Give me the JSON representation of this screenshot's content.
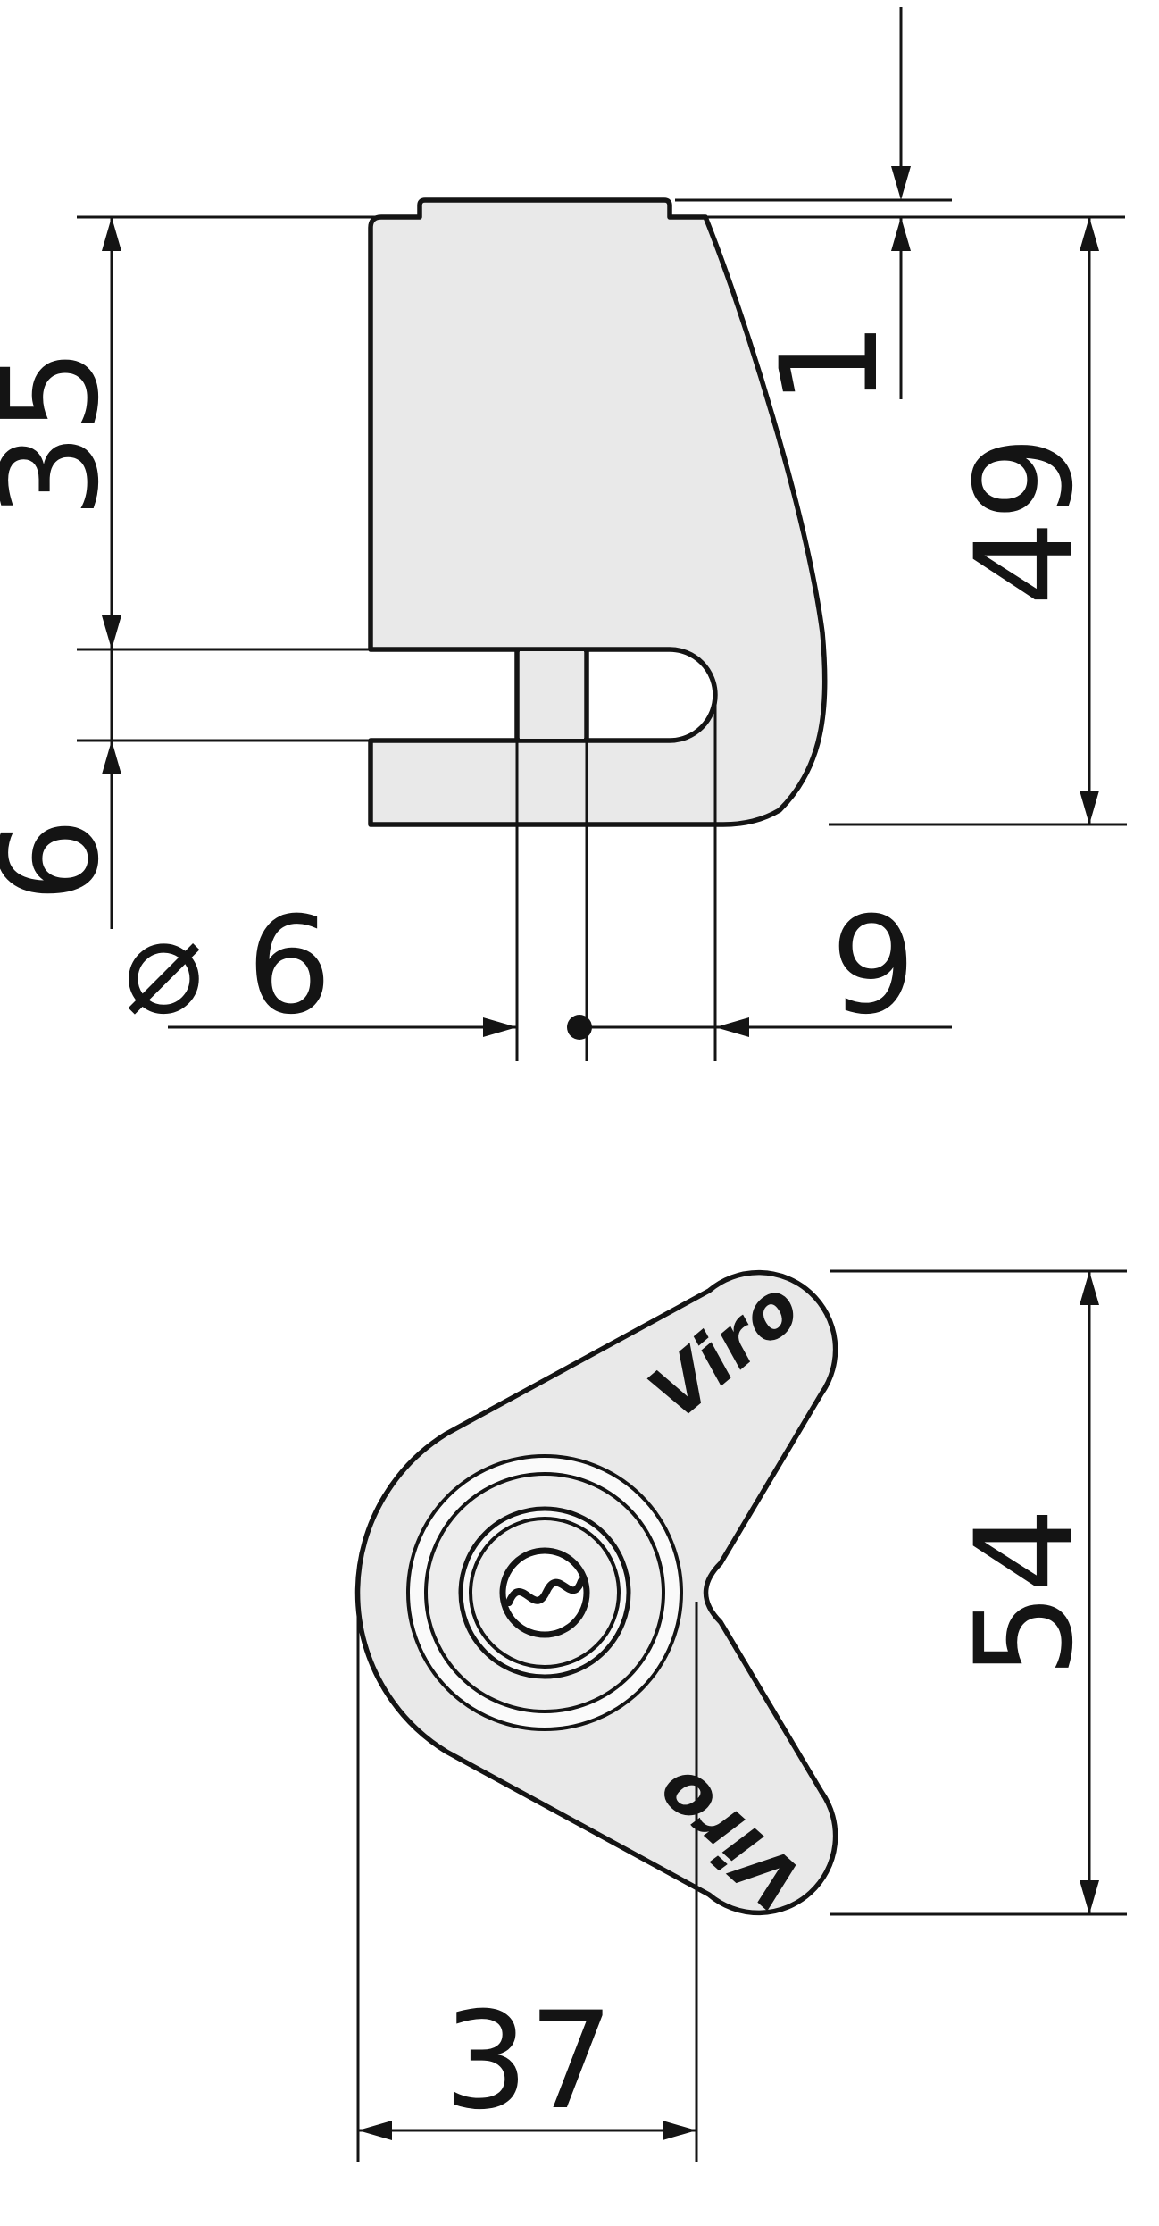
{
  "side_view": {
    "dim_top_to_slot": "35",
    "dim_slot_height": "6",
    "dim_overall_height": "49",
    "dim_top_step": "1",
    "dim_pin_diameter": "⌀ 6",
    "dim_pin_to_slot_end": "9"
  },
  "front_view": {
    "brand_upper": "Viro",
    "brand_lower": "Viro",
    "dim_overall_height": "54",
    "dim_body_width": "37"
  },
  "colors": {
    "body_fill": "#e9e9e9",
    "line": "#141414",
    "background": "#ffffff"
  }
}
